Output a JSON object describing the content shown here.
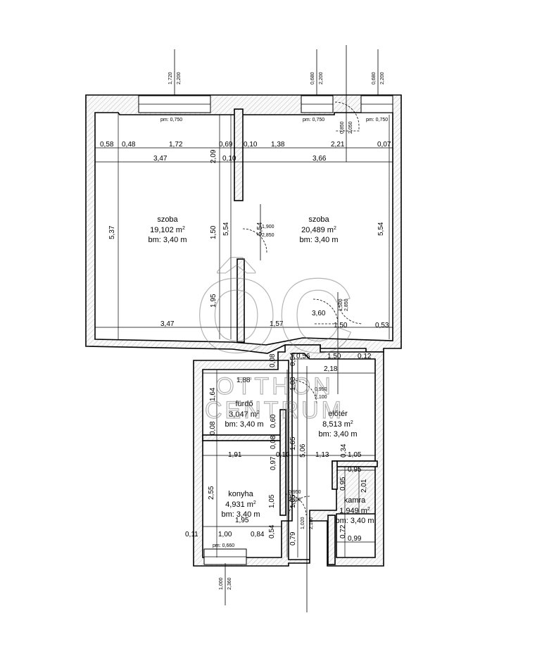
{
  "rooms": [
    {
      "name": "szoba",
      "area": "19,102 m",
      "height": "bm: 3,40 m"
    },
    {
      "name": "szoba",
      "area": "20,489 m",
      "height": "bm: 3,40 m"
    },
    {
      "name": "fürdő",
      "area": "3,047 m",
      "height": "bm: 3,40 m"
    },
    {
      "name": "előtér",
      "area": "8,513 m",
      "height": "bm: 3,40 m"
    },
    {
      "name": "konyha",
      "area": "4,931 m",
      "height": "bm: 3,40 m"
    },
    {
      "name": "kamra",
      "area": "1,949 m",
      "height": "bm: 3,40 m"
    }
  ],
  "area_unit_sup": "2",
  "windows": {
    "pm1": "pm: 0,750",
    "pm2": "pm: 0,750",
    "pm3": "pm: 0,750",
    "pm4": "pm: 0,660",
    "w1_w": "1,720",
    "w1_h": "2,200",
    "w2_w": "0,680",
    "w2_h": "2,200",
    "w3_w": "0,680",
    "w3_h": "2,200",
    "w4_w": "1,000",
    "w4_h": "2,360",
    "d1_w": "0,850",
    "d1_h": "2,050"
  },
  "doors": {
    "living": {
      "w": "1,900",
      "h": "2,850"
    },
    "entry": {
      "w": "1,500",
      "h": "2,850"
    },
    "bath": {
      "w": "0,950",
      "h": "2,100"
    },
    "kitchen": {
      "w": "0,950",
      "h": "2,100"
    },
    "k2": {
      "w": "1,020",
      "h": "2,100"
    }
  },
  "dims": {
    "top_058": "0,58",
    "top_048": "0,48",
    "top_172": "1,72",
    "top_069": "0,69",
    "top_010a": "0,10",
    "top_138": "1,38",
    "top_221": "2,21",
    "top_007": "0,07",
    "row_347": "3,47",
    "row_010": "0,10",
    "row_366": "3,66",
    "row_209": "2,09",
    "left_537": "5,37",
    "mid_150": "1,50",
    "mid_554a": "5,54",
    "mid_554b": "5,54",
    "right_554": "5,54",
    "mid_195": "1,95",
    "bot_347": "3,47",
    "bot_157": "1,57",
    "bot_150": "1,50",
    "bot_053": "0,53",
    "bot_360": "3,60",
    "e_056": "0,56",
    "e_054": "0,54",
    "e_150": "1,50",
    "e_012": "0,12",
    "e_218": "2,18",
    "b_188": "1,88",
    "b_164": "1,64",
    "b_008a": "0,08",
    "b_008b": "0,08",
    "b_103": "1,03",
    "b_060": "0,60",
    "b_008c": "0,08",
    "b_165": "1,65",
    "b_506": "5,06",
    "b_010": "0,10",
    "b_034": "0,34",
    "b_113": "1,13",
    "b_105a": "1,05",
    "k_191": "1,91",
    "k_097": "0,97",
    "k_255": "2,55",
    "k_105": "1,05",
    "k_105b": "1,05",
    "k_195": "1,95",
    "k_011": "0,11",
    "k_100": "1,00",
    "k_084": "0,84",
    "k_054": "0,54",
    "k_079": "0,79",
    "p_095a": "0,95",
    "p_095b": "0,95",
    "p_201": "2,01",
    "p_072": "0,72",
    "p_099": "0,99"
  },
  "watermark": {
    "mark": "ÔC",
    "line1": "OTTHON",
    "line2": "CENTRUM"
  }
}
